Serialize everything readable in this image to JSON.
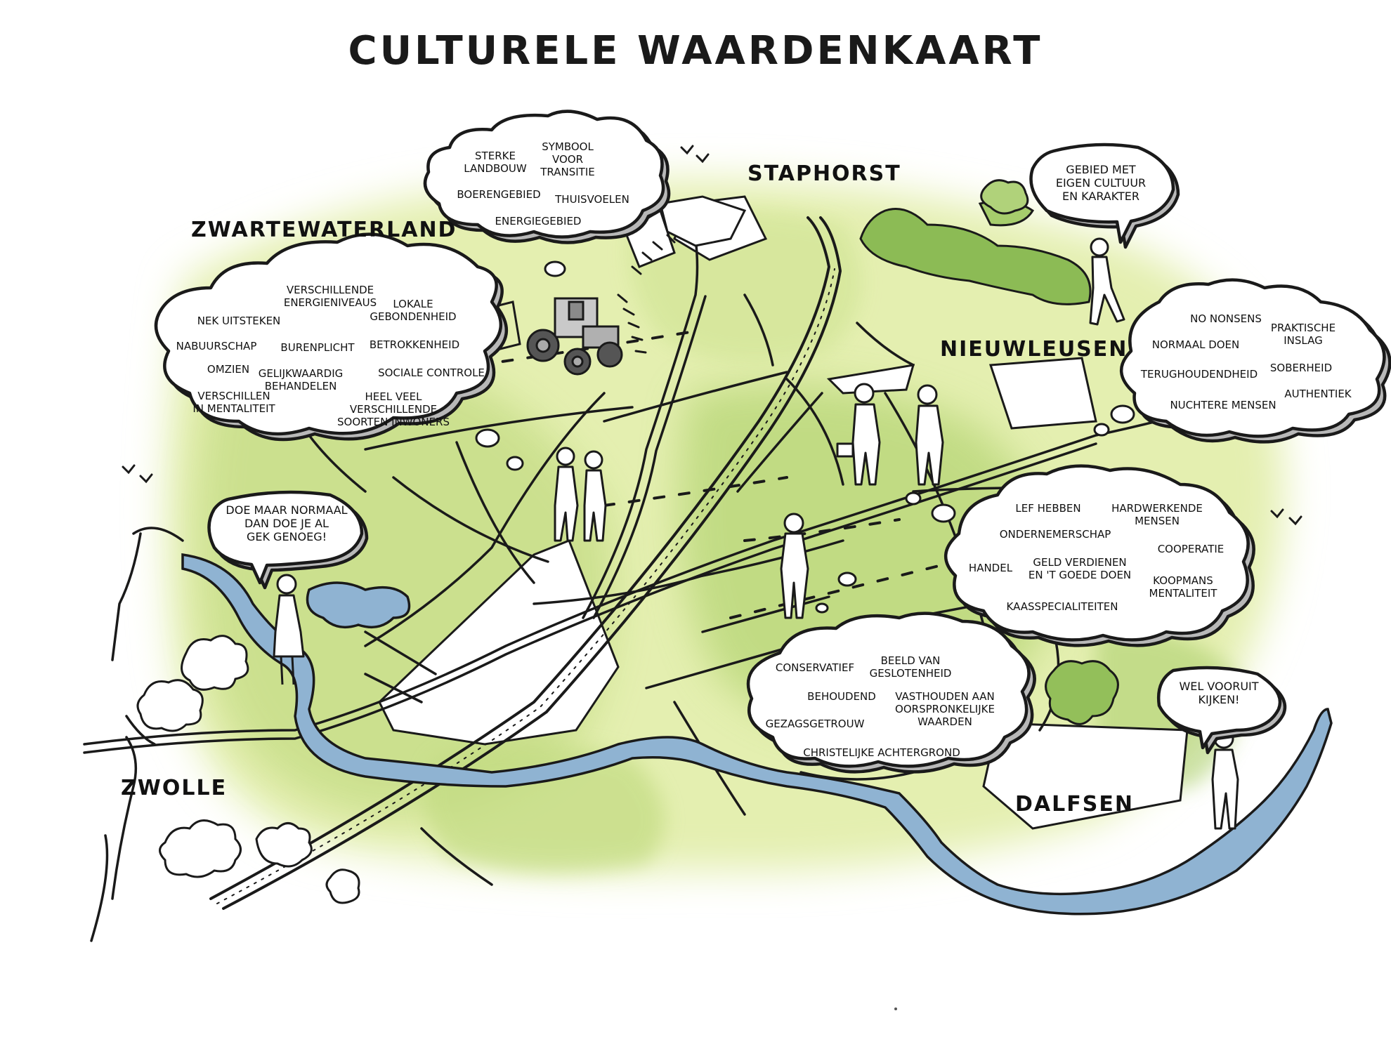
{
  "title": "CULTURELE WAARDENKAART",
  "places": {
    "staphorst": "STAPHORST",
    "zwartewaterland": "ZWARTEWATERLAND",
    "nieuwleusen": "NIEUWLEUSEN",
    "zwolle": "ZWOLLE",
    "dalfsen": "DALFSEN"
  },
  "clouds": {
    "staphorst": [
      "STERKE\nLANDBOUW",
      "SYMBOOL\nVOOR\nTRANSITIE",
      "BOERENGEBIED",
      "THUISVOELEN",
      "ENERGIEGEBIED"
    ],
    "zwartewaterland": [
      "VERSCHILLENDE\nENERGIENIVEAUS",
      "LOKALE\nGEBONDENHEID",
      "NEK UITSTEKEN",
      "NABUURSCHAP",
      "BURENPLICHT",
      "BETROKKENHEID",
      "OMZIEN",
      "GELIJKWAARDIG\nBEHANDELEN",
      "SOCIALE CONTROLE",
      "VERSCHILLEN\nIN MENTALITEIT",
      "HEEL VEEL\nVERSCHILLENDE\nSOORTEN INWONERS"
    ],
    "nieuwleusen": [
      "NO NONSENS",
      "PRAKTISCHE\nINSLAG",
      "NORMAAL DOEN",
      "TERUGHOUDENDHEID",
      "SOBERHEID",
      "AUTHENTIEK",
      "NUCHTERE MENSEN"
    ],
    "ondernemers": [
      "LEF HEBBEN",
      "HARDWERKENDE\nMENSEN",
      "ONDERNEMERSCHAP",
      "COOPERATIE",
      "HANDEL",
      "GELD VERDIENEN\nEN 'T GOEDE DOEN",
      "KOOPMANS\nMENTALITEIT",
      "KAASSPECIALITEITEN"
    ],
    "dalfsen": [
      "CONSERVATIEF",
      "BEELD VAN\nGESLOTENHEID",
      "BEHOUDEND",
      "VASTHOUDEN AAN\nOORSPRONKELIJKE\nWAARDEN",
      "GEZAGSGETROUW",
      "CHRISTELIJKE ACHTERGROND"
    ]
  },
  "speech": {
    "karakter": "GEBIED MET\nEIGEN CULTUUR\nEN KARAKTER",
    "normaal": "DOE MAAR NORMAAL\nDAN DOE JE AL\nGEK GENOEG!",
    "vooruit": "WEL VOORUIT\nKIJKEN!"
  },
  "colors": {
    "land_light": "#e6f0b0",
    "land_mid": "#c5de86",
    "land_dark": "#93bf5a",
    "water": "#8fb3d2",
    "ink": "#1a1a1a",
    "cloud_fill": "#ffffff",
    "cloud_shadow": "#b8b8b8"
  },
  "icons": [
    "tractor-icon",
    "person-icon",
    "birds-icon",
    "tree-icon",
    "briefcase-icon"
  ]
}
